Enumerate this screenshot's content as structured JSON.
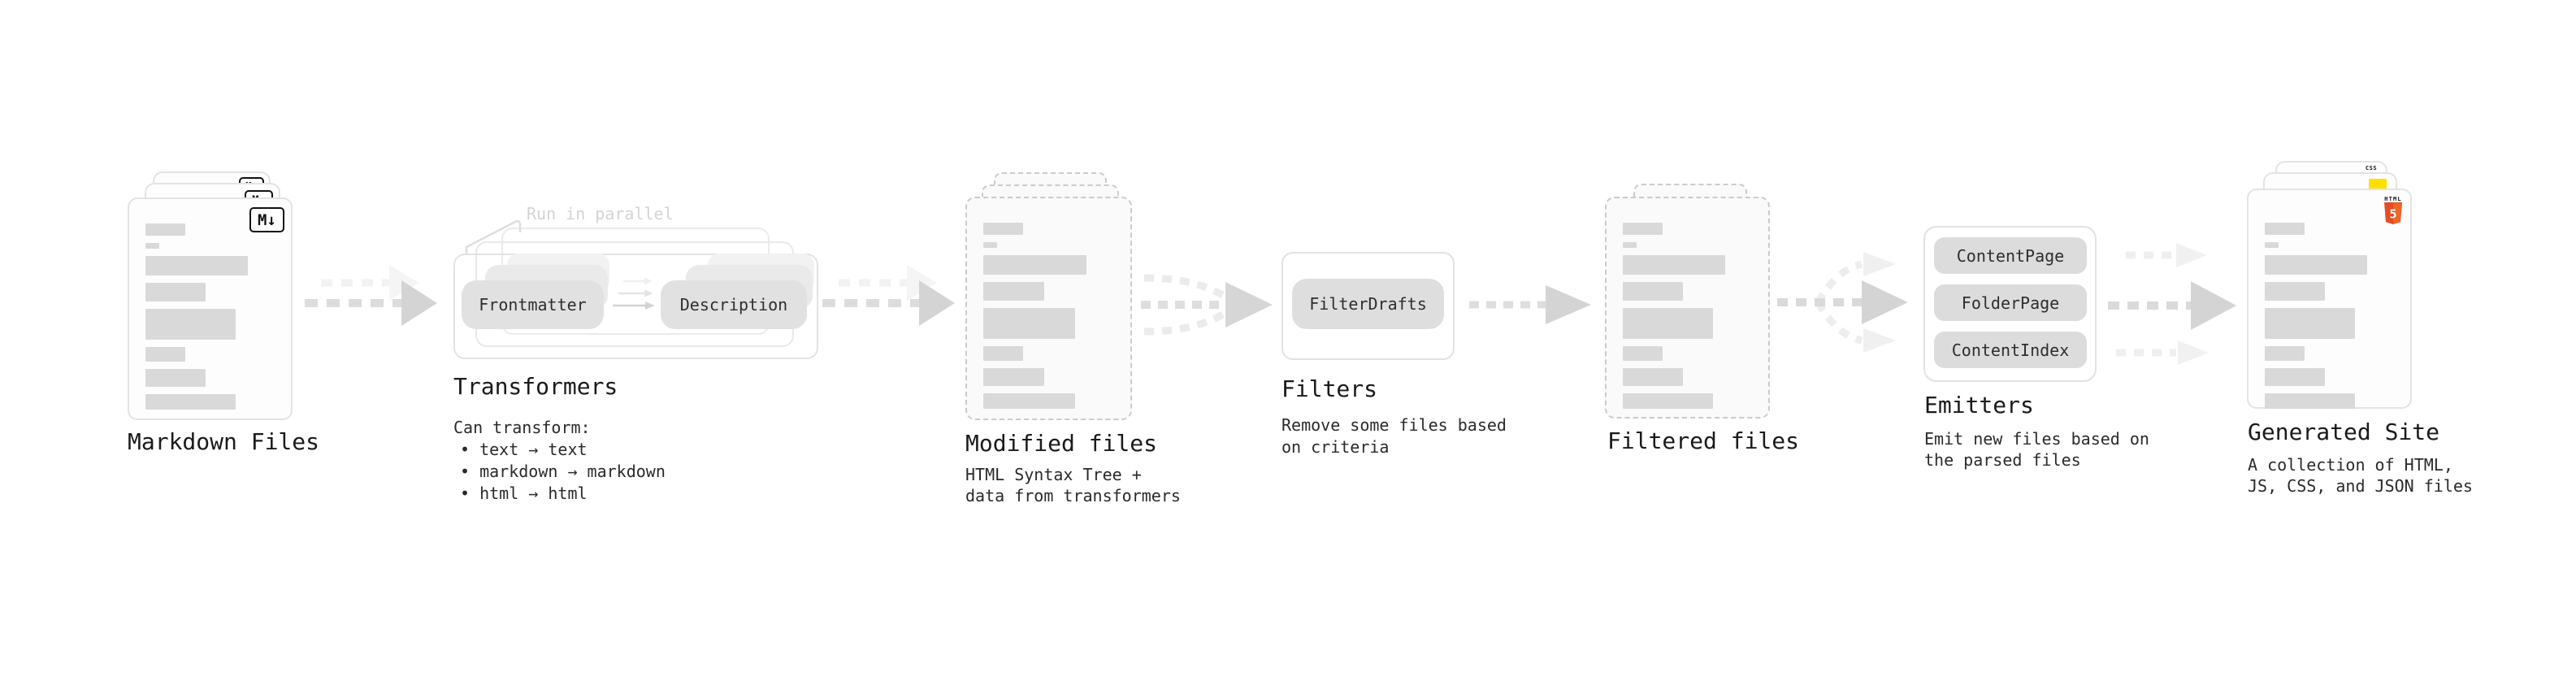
{
  "diagram": {
    "markdown_files": {
      "label": "Markdown Files",
      "badge": "M↓"
    },
    "transformers": {
      "label": "Transformers",
      "annotation": "Run in parallel",
      "pill_left": "Frontmatter",
      "pill_right": "Description",
      "body_title": "Can transform:",
      "bullets": [
        "• text → text",
        "• markdown → markdown",
        "• html → html"
      ]
    },
    "modified_files": {
      "label": "Modified files",
      "subtitle": [
        "HTML Syntax Tree +",
        "data from transformers"
      ]
    },
    "filters": {
      "label": "Filters",
      "pill": "FilterDrafts",
      "subtitle": [
        "Remove some files based",
        "on criteria"
      ]
    },
    "filtered_files": {
      "label": "Filtered files"
    },
    "emitters": {
      "label": "Emitters",
      "pills": [
        "ContentPage",
        "FolderPage",
        "ContentIndex"
      ],
      "subtitle": [
        "Emit new files based on",
        "the parsed files"
      ]
    },
    "generated_site": {
      "label": "Generated Site",
      "subtitle": [
        "A collection of HTML,",
        "JS, CSS, and JSON files"
      ],
      "badge_css": "CSS",
      "badge_html_word": "HTML",
      "badge_html_number": "5"
    },
    "colors": {
      "html5_orange": "#e44d26",
      "html5_orange_light": "#f16529",
      "js_yellow": "#ffdf00",
      "css_blue": "#2160e8",
      "arrow_gray": "#d6d6d6",
      "placeholder_gray": "#d9d9d9"
    }
  }
}
